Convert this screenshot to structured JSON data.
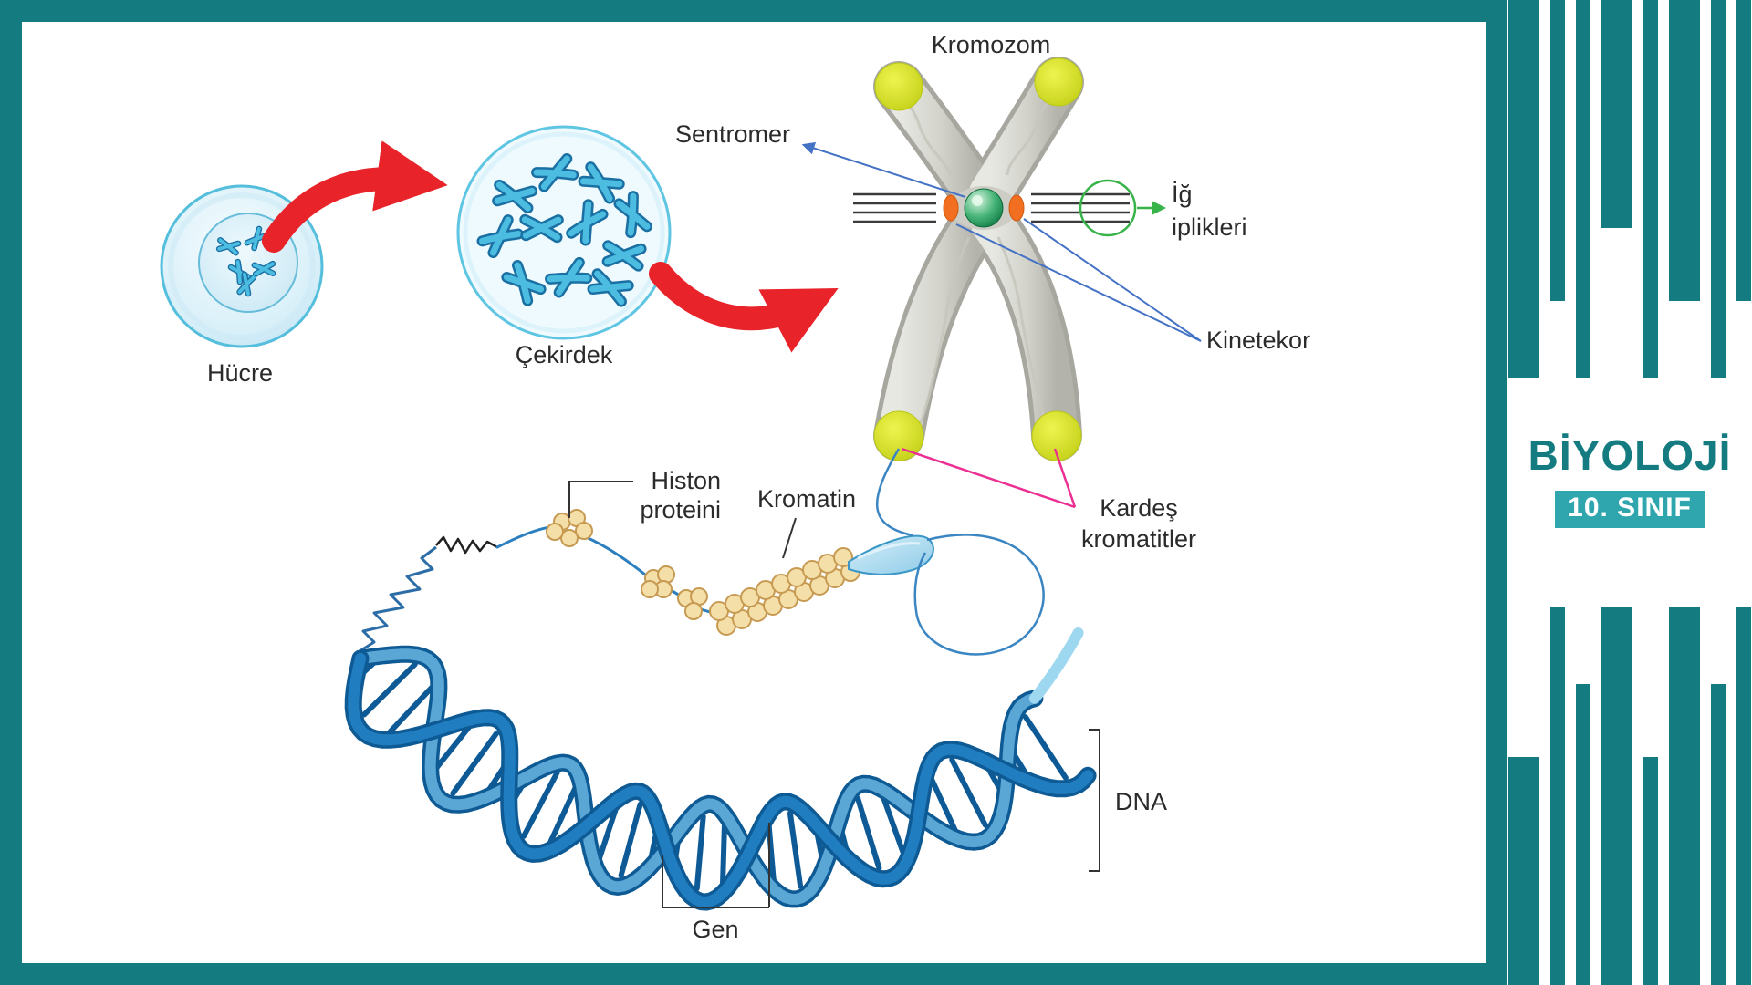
{
  "frame": {
    "teal": "#147c80",
    "white": "#ffffff"
  },
  "sidebar": {
    "title": "BİYOLOJİ",
    "badge": "10. SINIF",
    "accent": "#147c80",
    "badge_bg": "#2fa6ad"
  },
  "diagram": {
    "labels": {
      "kromozom": "Kromozom",
      "sentromer": "Sentromer",
      "ig_line1": "İğ",
      "ig_line2": "iplikleri",
      "kinetekor": "Kinetekor",
      "hucre": "Hücre",
      "cekirdek": "Çekirdek",
      "kardes_line1": "Kardeş",
      "kardes_line2": "kromatitler",
      "histon_line1": "Histon",
      "histon_line2": "proteini",
      "kromatin": "Kromatin",
      "gen": "Gen",
      "dna": "DNA"
    },
    "colors": {
      "arrow_red": "#e8232a",
      "label_line_blue": "#4472c4",
      "label_line_pink": "#ec2f92",
      "spindle_green": "#37b34a",
      "chromatid_gray": "#c9c9c2",
      "tip_yellow": "#d9e021",
      "centromere_green": "#2f9e62",
      "kinetochore_orange": "#f26f21",
      "dna_blue": "#1f7dc0",
      "bead_tan": "#f5dfa9",
      "cell_blue": "#cfe9f6"
    }
  }
}
